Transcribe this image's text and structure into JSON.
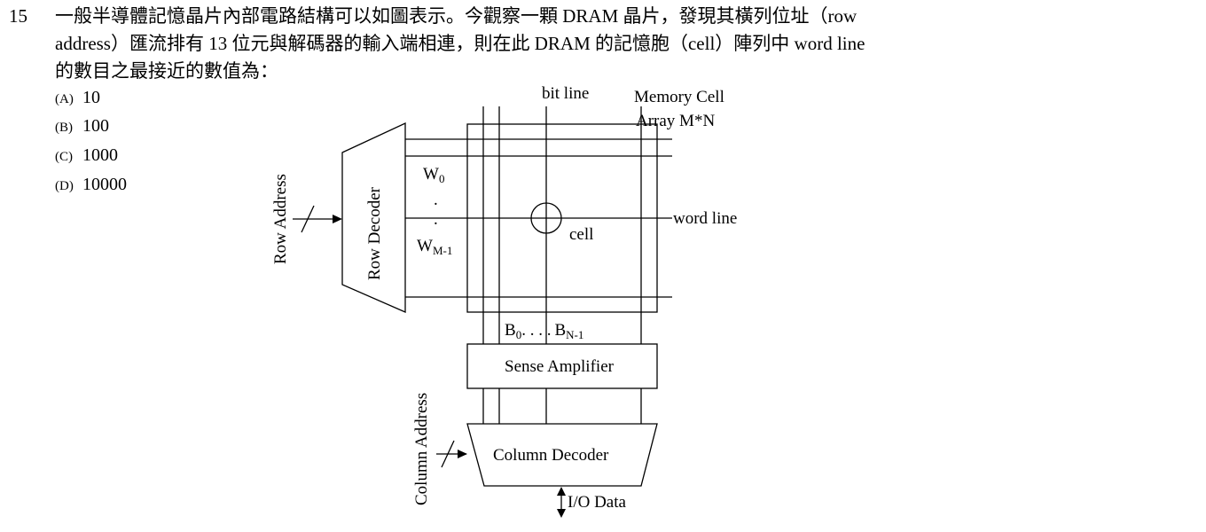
{
  "question": {
    "number": "15",
    "lines": [
      "一般半導體記憶晶片內部電路結構可以如圖表示。今觀察一顆 DRAM 晶片，發現其橫列位址（row",
      "address）匯流排有 13 位元與解碼器的輸入端相連，則在此 DRAM 的記憶胞（cell）陣列中 word line",
      "的數目之最接近的數值為："
    ]
  },
  "options": [
    {
      "letter": "(A)",
      "value": "10"
    },
    {
      "letter": "(B)",
      "value": "100"
    },
    {
      "letter": "(C)",
      "value": "1000"
    },
    {
      "letter": "(D)",
      "value": "10000"
    }
  ],
  "diagram": {
    "bit_line": "bit line",
    "memory_cell_1": "Memory Cell",
    "memory_cell_2": "Array M*N",
    "row_address": "Row Address",
    "row_decoder": "Row Decoder",
    "w0": "W",
    "w0_sub": "0",
    "dot": ".",
    "wm": "W",
    "wm_sub": "M-1",
    "cell": "cell",
    "word_line": "word line",
    "b0": "B",
    "b0_sub": "0",
    "b_dots": ". . . .",
    "bn": "B",
    "bn_sub": "N-1",
    "sense_amp": "Sense Amplifier",
    "column_address": "Column Address",
    "column_decoder": "Column Decoder",
    "io_data": "I/O Data"
  }
}
